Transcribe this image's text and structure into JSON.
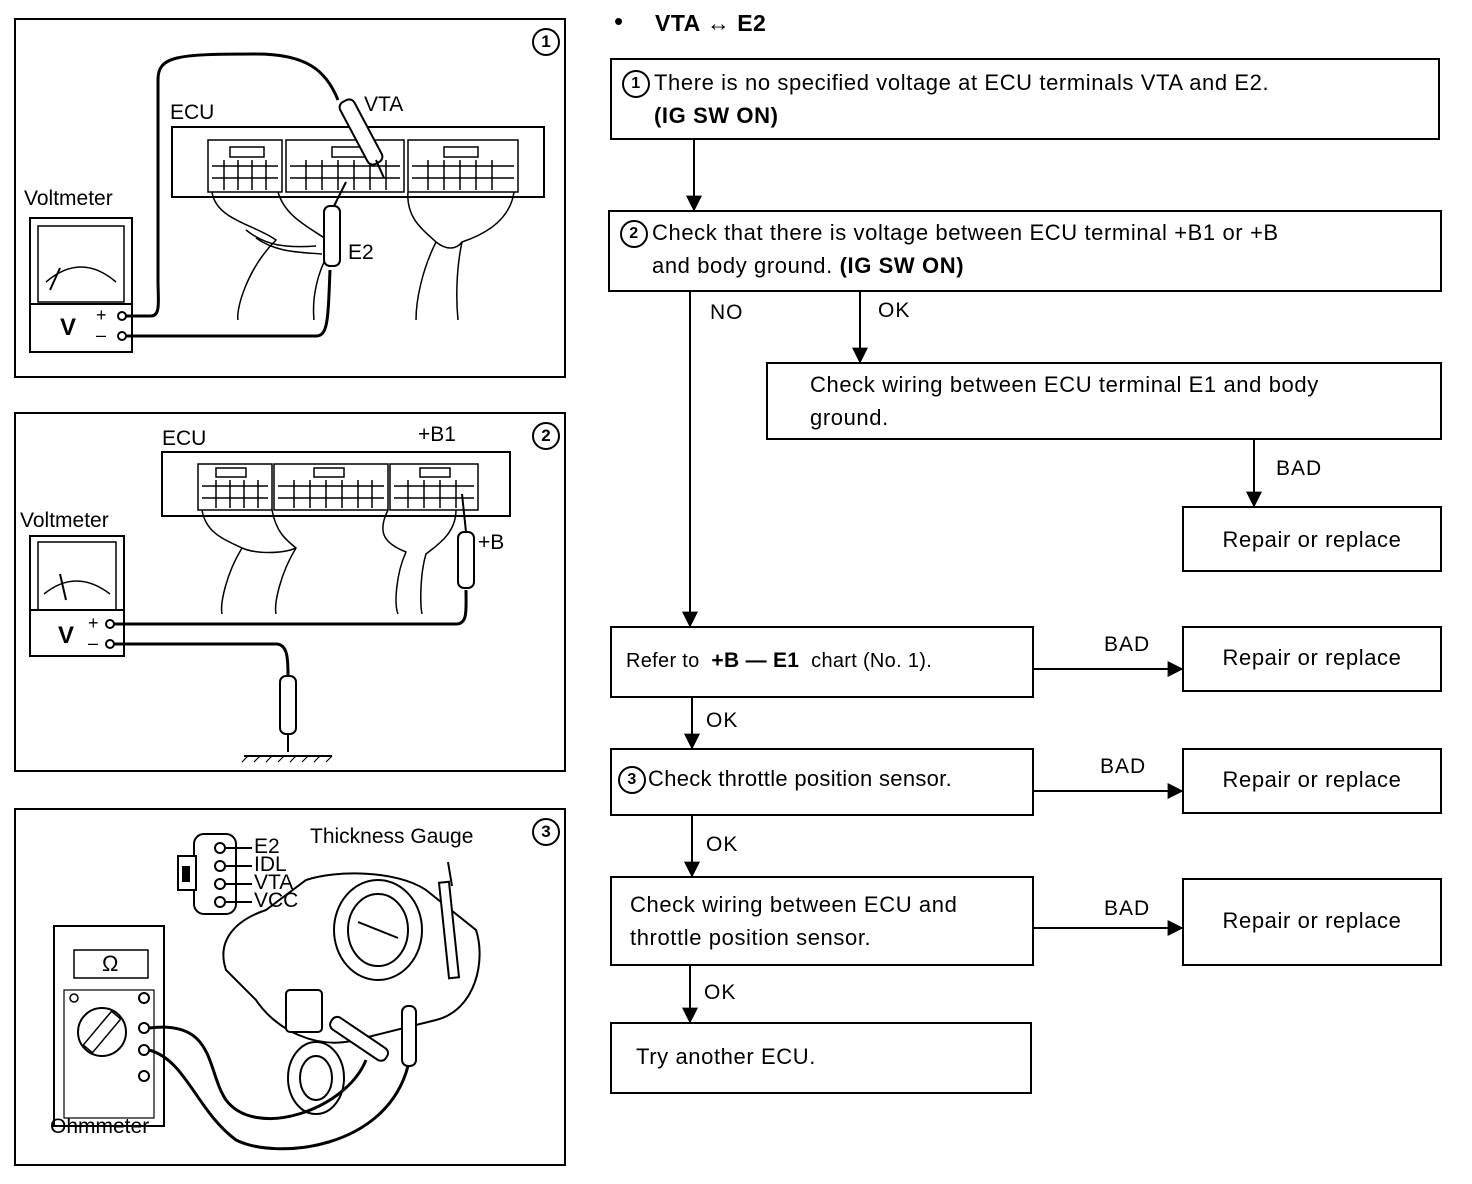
{
  "header": {
    "bullet": "•",
    "title": "VTA ↔ E2"
  },
  "panel1": {
    "number": "1",
    "ecu": "ECU",
    "voltmeter": "Voltmeter",
    "vta": "VTA",
    "e2": "E2",
    "v": "V",
    "plus": "+",
    "minus": "–"
  },
  "panel2": {
    "number": "2",
    "ecu": "ECU",
    "b1": "+B1",
    "b": "+B",
    "voltmeter": "Voltmeter",
    "v": "V",
    "plus": "+",
    "minus": "–"
  },
  "panel3": {
    "number": "3",
    "e2": "E2",
    "idl": "IDL",
    "vta": "VTA",
    "vcc": "VCC",
    "thickness_gauge": "Thickness Gauge",
    "omega": "Ω",
    "ohmmeter": "Ohmmeter"
  },
  "flow": {
    "step1": {
      "num": "1",
      "line1": "There is no specified voltage at ECU terminals VTA and E2.",
      "line2": "(IG SW ON)"
    },
    "step2": {
      "num": "2",
      "line1": "Check that there is voltage between ECU terminal +B1 or +B",
      "line2a": "and body ground.",
      "line2b": "(IG SW ON)"
    },
    "wiring_e1": {
      "line1": "Check wiring between ECU terminal E1 and body",
      "line2": "ground."
    },
    "refer": {
      "prefix": "Refer to",
      "bold": "+B — E1",
      "suffix": "chart (No. 1)."
    },
    "step3": {
      "num": "3",
      "text": "Check throttle position sensor."
    },
    "wiring_tps": {
      "line1": "Check wiring between ECU and",
      "line2": "throttle position sensor."
    },
    "try_ecu": "Try another ECU.",
    "repair": "Repair or replace",
    "no": "NO",
    "ok": "OK",
    "bad": "BAD"
  }
}
